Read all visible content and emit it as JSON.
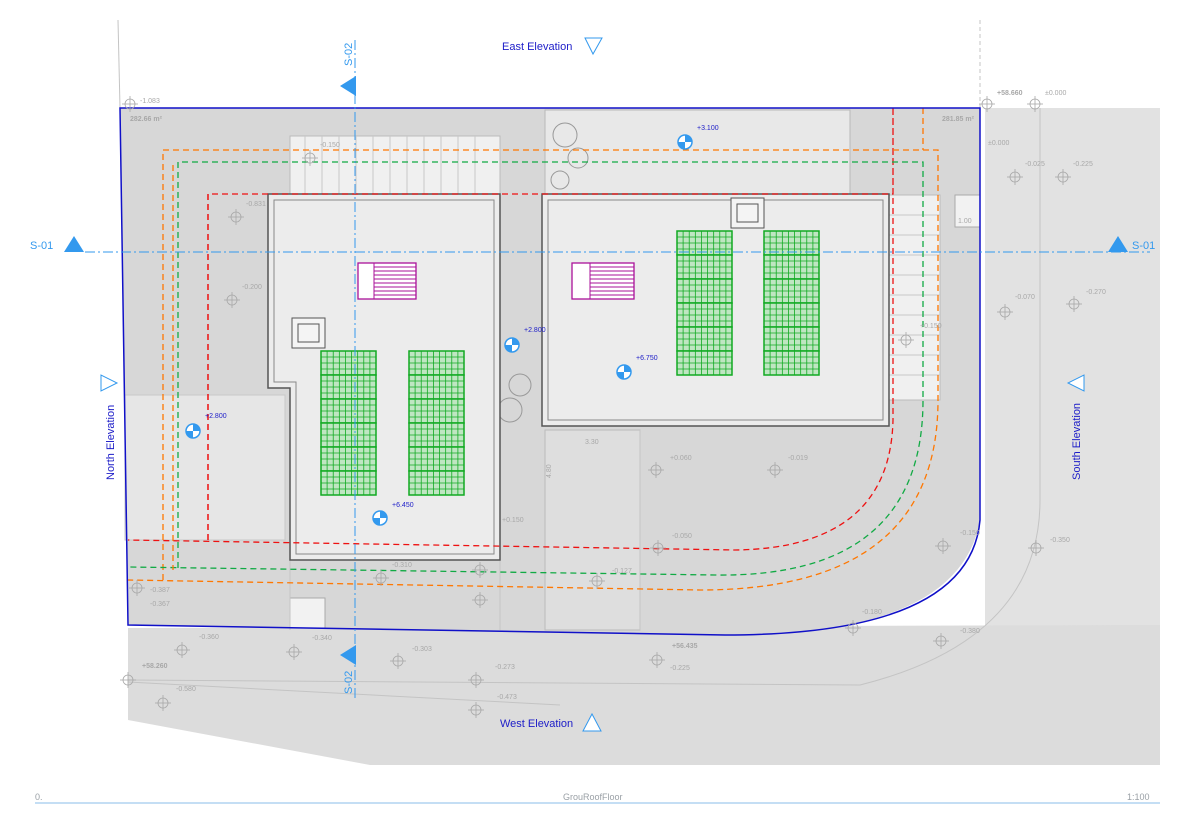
{
  "elevations": {
    "east": "East Elevation",
    "west": "West Elevation",
    "north": "North Elevation",
    "south": "South Elevation"
  },
  "sections": {
    "s01_left": "S-01",
    "s01_right": "S-01",
    "s02_top": "S-02",
    "s02_bottom": "S-02"
  },
  "levels": {
    "roof_left": "+6.450",
    "roof_right": "+6.750",
    "courtyard": "+2.800",
    "west_yard": "+2.800",
    "top_yard": "+3.100"
  },
  "areas": {
    "left": "282.66 m²",
    "right": "281.85 m²"
  },
  "spot_levels": {
    "a": "-1.083",
    "b": "-0.150",
    "c": "-0.831",
    "d": "-0.200",
    "e": "+58.660",
    "f": "±0.000",
    "g": "±0.000",
    "h": "-0.025",
    "i": "-0.225",
    "j": "-0.070",
    "k": "-0.270",
    "l": "+0.060",
    "m": "-0.019",
    "n": "-0.150",
    "o": "-0.350",
    "p": "-0.180",
    "q": "-0.380",
    "r": "-0.360",
    "s": "-0.340",
    "t": "-0.303",
    "u": "-0.273",
    "v": "-0.473",
    "w": "+58.260",
    "x": "-0.580",
    "y": "+56.435",
    "z": "-0.225",
    "aa": "-0.387",
    "ab": "-0.367",
    "ac": "-0.310",
    "ad": "-0.127",
    "ae": "+0.150",
    "af": "-0.050",
    "ag": "1.00",
    "ah": "3.30",
    "ai": "4.80",
    "aj": "+0.150"
  },
  "footer": {
    "left": "0.",
    "title": "GrouRoofFloor",
    "scale": "1:100"
  },
  "colors": {
    "boundary": "#1010c8",
    "setback_red": "#ee1111",
    "setback_orange": "#ff7700",
    "setback_green": "#11aa44",
    "solar": "#11aa22",
    "stair": "#aa1199",
    "section": "#3399ee"
  }
}
